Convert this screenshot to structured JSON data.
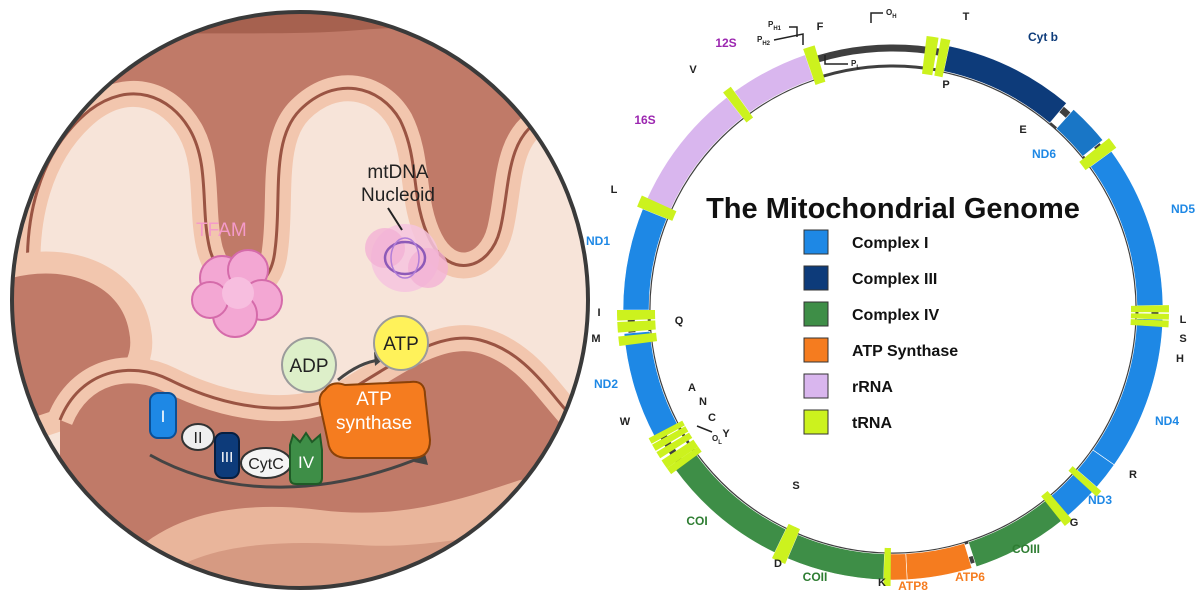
{
  "cell_panel": {
    "nucleoid_line1": "mtDNA",
    "nucleoid_line2": "Nucleoid",
    "tfam_label": "TFAM",
    "adp_label": "ADP",
    "atp_label": "ATP",
    "atp_synthase_line1": "ATP",
    "atp_synthase_line2": "synthase",
    "complex_i": "I",
    "complex_ii": "II",
    "complex_iii": "III",
    "cytc": "CytC",
    "complex_iv": "IV"
  },
  "genome": {
    "title": "The Mitochondrial Genome",
    "legend": [
      {
        "label": "Complex I",
        "color": "#1E88E5"
      },
      {
        "label": "Complex III",
        "color": "#0D3B7A"
      },
      {
        "label": "Complex IV",
        "color": "#3E8E47"
      },
      {
        "label": "ATP Synthase",
        "color": "#F57C1F"
      },
      {
        "label": "rRNA",
        "color": "#D9B6EE"
      },
      {
        "label": "tRNA",
        "color": "#CCF21E"
      }
    ],
    "promoters": {
      "ph1": "P",
      "ph1_sub": "H1",
      "ph2": "P",
      "ph2_sub": "H2",
      "pl": "P",
      "pl_sub": "L",
      "oh": "O",
      "oh_sub": "H",
      "ol": "O",
      "ol_sub": "L"
    },
    "gene_labels": {
      "f": "F",
      "t": "T",
      "cytb": "Cyt b",
      "p": "P",
      "e": "E",
      "nd6": "ND6",
      "nd5": "ND5",
      "l2": "L",
      "s2": "S",
      "h": "H",
      "nd4": "ND4",
      "r": "R",
      "nd3": "ND3",
      "g": "G",
      "coiii": "COIII",
      "atp6": "ATP6",
      "atp8": "ATP8",
      "k": "K",
      "coii": "COII",
      "d": "D",
      "coi": "COI",
      "s1": "S",
      "w": "W",
      "a": "A",
      "n": "N",
      "c": "C",
      "y": "Y",
      "nd2": "ND2",
      "m": "M",
      "i": "I",
      "q": "Q",
      "nd1": "ND1",
      "l1": "L",
      "rrna16": "16S",
      "v": "V",
      "rrna12": "12S"
    },
    "label_colors": {
      "complex1": "#1E88E5",
      "complex3": "#0D3B7A",
      "complex4": "#2E7D32",
      "atp": "#F57C1F",
      "rrna": "#9C27B0",
      "trna": "#222222"
    }
  }
}
